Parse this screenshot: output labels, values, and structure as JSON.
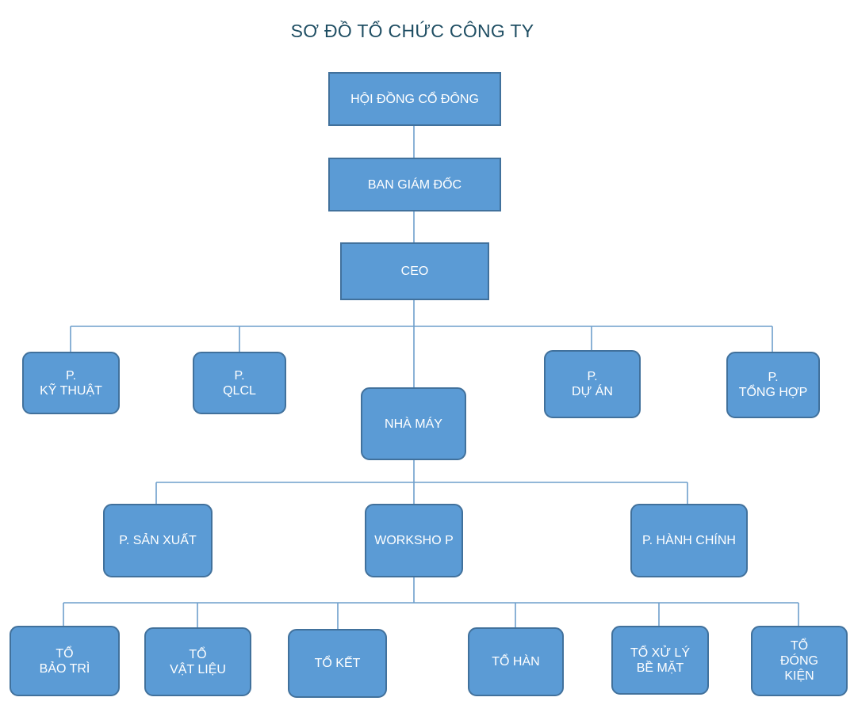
{
  "title": "SƠ ĐỒ TỔ CHỨC CÔNG TY",
  "colors": {
    "box_fill": "#5b9bd5",
    "box_border": "#41719c",
    "connector": "#6e9fcc",
    "title": "#1f4e63"
  },
  "nodes": {
    "shareholders": "HỘI ĐỒNG CỔ ĐÔNG",
    "board_of_directors": "BAN GIÁM ĐỐC",
    "ceo": "CEO",
    "dept_technical": "P.\nKỸ THUẬT",
    "dept_qc": "P.\nQLCL",
    "factory": "NHÀ MÁY",
    "dept_project": "P.\nDỰ ÁN",
    "dept_general": "P.\nTỔNG HỢP",
    "dept_production": "P. SẢN XUẤT",
    "workshop": "WORKSHO P",
    "dept_admin": "P. HÀNH CHÍNH",
    "team_maintenance": "TỔ\nBẢO TRÌ",
    "team_materials": "TỔ\nVẬT LIỆU",
    "team_structure": "TỔ KẾT",
    "team_welding": "TỔ HÀN",
    "team_surface": "TỔ XỬ LÝ\nBỀ MẶT",
    "team_packing": "TỔ\nĐÓNG\nKIỆN"
  }
}
